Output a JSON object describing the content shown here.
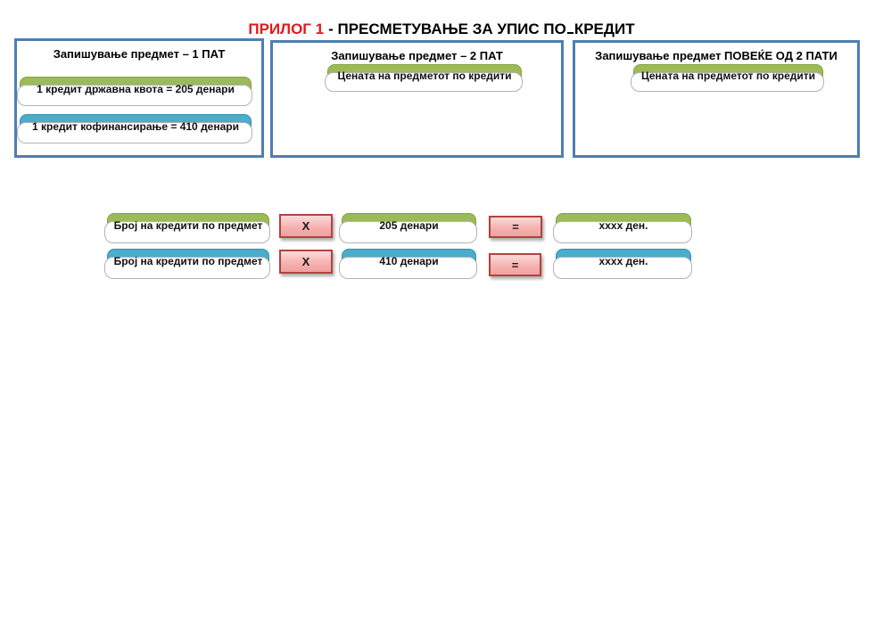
{
  "page_title": {
    "red": "ПРИЛОГ 1",
    "black_1": "- ПРЕСМЕТУВАЊЕ ЗА УПИС ПО",
    "black_2": "КРЕДИТ"
  },
  "panels": [
    {
      "title": "Запишување предмет – 1 ПАТ",
      "buttons": [
        {
          "label": "1 кредит државна квота = 205 денари",
          "color": "green"
        },
        {
          "label": "1 кредит кофинансирање = 410 денари",
          "color": "blue"
        }
      ]
    },
    {
      "title": "Запишување предмет – 2 ПАТ",
      "buttons": [
        {
          "label": "Цената на предметот по кредити",
          "color": "green"
        }
      ]
    },
    {
      "title": "Запишување предмет ПОВЕЌЕ ОД 2 ПАТИ",
      "buttons": [
        {
          "label": "Цената на предметот по кредити",
          "color": "green"
        }
      ]
    }
  ],
  "formula_rows": [
    {
      "color": "green",
      "operand_1": "Број на кредити по предмет",
      "operator_1": "X",
      "operand_2": "205 денари",
      "operator_2": "=",
      "result": "хххх ден."
    },
    {
      "color": "blue",
      "operand_1": "Број на кредити по предмет",
      "operator_1": "X",
      "operand_2": "410 денари",
      "operator_2": "=",
      "result": "хххх ден."
    }
  ],
  "colors": {
    "title_red": "#e01a1c",
    "green": "#9bbb59",
    "blue": "#4baccb",
    "panel_border": "#4d7eb3",
    "operator_border": "#b2423e",
    "operator_fill_top": "#fbdbda",
    "operator_fill_mid": "#f5b3b1",
    "operator_fill_bottom": "#f0a19f"
  }
}
